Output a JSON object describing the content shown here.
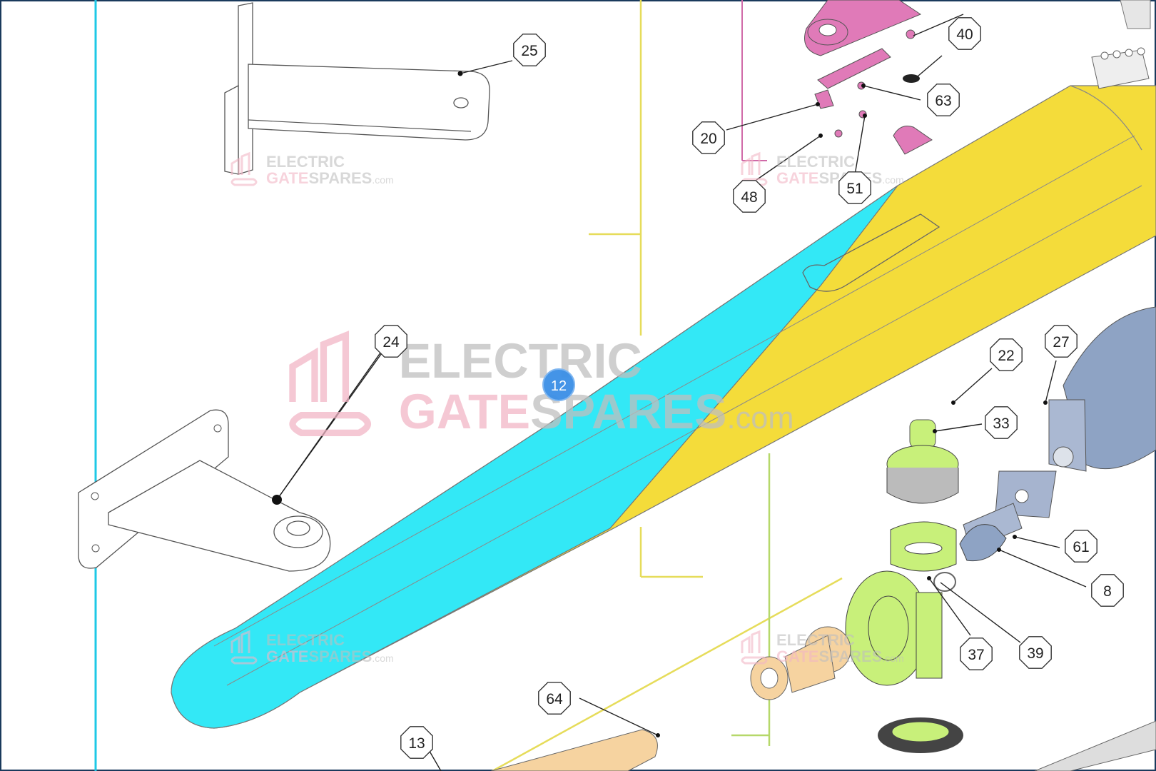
{
  "colors": {
    "border": "#1a3a5c",
    "frame_cyan": "#1ec8e6",
    "boom_cyan": "#33e8f6",
    "boom_yellow": "#f4dc3a",
    "magenta": "#e07ab8",
    "gear_green": "#c8f07a",
    "steel_blue": "#8ea3c4",
    "tan": "#f6d3a0",
    "yellow_line": "#e6dc5a",
    "green_line": "#b6d86a",
    "highlight_blue": "#3a8ee6",
    "watermark_gray": "#bfbfbf",
    "watermark_pink": "#f2b6c6"
  },
  "watermark": {
    "line1": "ELECTRIC",
    "line2_a": "GATE",
    "line2_b": "SPARES",
    "suffix": ".com"
  },
  "callouts": [
    {
      "label": "25"
    },
    {
      "label": "40"
    },
    {
      "label": "63"
    },
    {
      "label": "20"
    },
    {
      "label": "48"
    },
    {
      "label": "51"
    },
    {
      "label": "24"
    },
    {
      "label": "22"
    },
    {
      "label": "27"
    },
    {
      "label": "33"
    },
    {
      "label": "61"
    },
    {
      "label": "8"
    },
    {
      "label": "37"
    },
    {
      "label": "39"
    },
    {
      "label": "64"
    },
    {
      "label": "13"
    }
  ],
  "highlight_marker": {
    "label": "12"
  }
}
